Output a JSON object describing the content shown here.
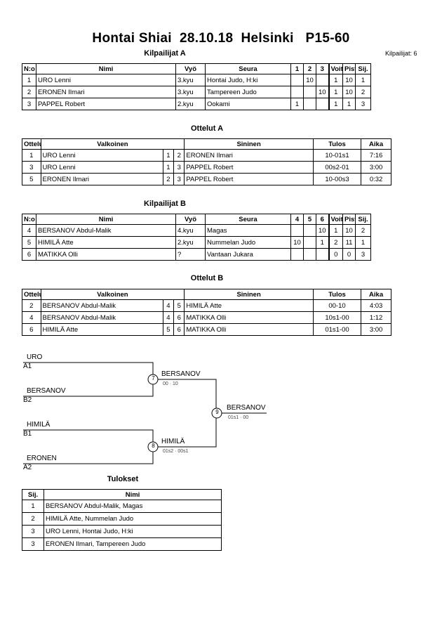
{
  "title": "Hontai Shiai  28.10.18  Helsinki   P15-60",
  "competitors_count": "Kilpailijat: 6",
  "pool_a": {
    "heading": "Kilpailijat A",
    "headers": [
      "N:o",
      "Nimi",
      "Vyö",
      "Seura",
      "1",
      "2",
      "3",
      "Voit.",
      "Pist.",
      "Sij."
    ],
    "rows": [
      {
        "no": "1",
        "name": "URO Lenni",
        "belt": "3.kyu",
        "club": "Hontai Judo, H:ki",
        "s1": "",
        "s2": "10",
        "s3": "",
        "wins": "1",
        "pts": "10",
        "rank": "1"
      },
      {
        "no": "2",
        "name": "ERONEN Ilmari",
        "belt": "3.kyu",
        "club": "Tampereen Judo",
        "s1": "",
        "s2": "",
        "s3": "10",
        "wins": "1",
        "pts": "10",
        "rank": "2"
      },
      {
        "no": "3",
        "name": "PAPPEL Robert",
        "belt": "2.kyu",
        "club": "Ookami",
        "s1": "1",
        "s2": "",
        "s3": "",
        "wins": "1",
        "pts": "1",
        "rank": "3"
      }
    ]
  },
  "matches_a": {
    "heading": "Ottelut A",
    "headers": [
      "Ottelu",
      "Valkoinen",
      "Sininen",
      "Tulos",
      "Aika"
    ],
    "rows": [
      {
        "no": "1",
        "white": "URO Lenni",
        "wn": "1",
        "bn": "2",
        "blue": "ERONEN Ilmari",
        "result": "10-01s1",
        "time": "7:16"
      },
      {
        "no": "3",
        "white": "URO Lenni",
        "wn": "1",
        "bn": "3",
        "blue": "PAPPEL Robert",
        "result": "00s2-01",
        "time": "3:00"
      },
      {
        "no": "5",
        "white": "ERONEN Ilmari",
        "wn": "2",
        "bn": "3",
        "blue": "PAPPEL Robert",
        "result": "10-00s3",
        "time": "0:32"
      }
    ]
  },
  "pool_b": {
    "heading": "Kilpailijat B",
    "headers": [
      "N:o",
      "Nimi",
      "Vyö",
      "Seura",
      "4",
      "5",
      "6",
      "Voit.",
      "Pist.",
      "Sij."
    ],
    "rows": [
      {
        "no": "4",
        "name": "BERSANOV Abdul-Malik",
        "belt": "4.kyu",
        "club": "Magas",
        "s1": "",
        "s2": "",
        "s3": "10",
        "wins": "1",
        "pts": "10",
        "rank": "2"
      },
      {
        "no": "5",
        "name": "HIMILÄ Atte",
        "belt": "2.kyu",
        "club": "Nummelan Judo",
        "s1": "10",
        "s2": "",
        "s3": "1",
        "wins": "2",
        "pts": "11",
        "rank": "1"
      },
      {
        "no": "6",
        "name": "MATIKKA Olli",
        "belt": "?",
        "club": "Vantaan Jukara",
        "s1": "",
        "s2": "",
        "s3": "",
        "wins": "0",
        "pts": "0",
        "rank": "3"
      }
    ]
  },
  "matches_b": {
    "heading": "Ottelut B",
    "headers": [
      "Ottelu",
      "Valkoinen",
      "Sininen",
      "Tulos",
      "Aika"
    ],
    "rows": [
      {
        "no": "2",
        "white": "BERSANOV Abdul-Malik",
        "wn": "4",
        "bn": "5",
        "blue": "HIMILÄ Atte",
        "result": "00-10",
        "time": "4:03"
      },
      {
        "no": "4",
        "white": "BERSANOV Abdul-Malik",
        "wn": "4",
        "bn": "6",
        "blue": "MATIKKA Olli",
        "result": "10s1-00",
        "time": "1:12"
      },
      {
        "no": "6",
        "white": "HIMILÄ Atte",
        "wn": "5",
        "bn": "6",
        "blue": "MATIKKA Olli",
        "result": "01s1-00",
        "time": "3:00"
      }
    ]
  },
  "bracket": {
    "e1_name": "URO",
    "e1_seed": "A1",
    "e2_name": "BERSANOV",
    "e2_seed": "B2",
    "e3_name": "HIMILÄ",
    "e3_seed": "B1",
    "e4_name": "ERONEN",
    "e4_seed": "A2",
    "m7_no": "7",
    "m7_winner": "BERSANOV",
    "m7_score": "00 · 10",
    "m8_no": "8",
    "m8_winner": "HIMILÄ",
    "m8_score": "01s2 · 00s1",
    "m9_no": "9",
    "m9_winner": "BERSANOV",
    "m9_score": "01s1 · 00"
  },
  "results": {
    "heading": "Tulokset",
    "headers": [
      "Sij.",
      "Nimi"
    ],
    "rows": [
      {
        "rank": "1",
        "name": "BERSANOV Abdul-Malik, Magas"
      },
      {
        "rank": "2",
        "name": "HIMILÄ Atte, Nummelan Judo"
      },
      {
        "rank": "3",
        "name": "URO Lenni, Hontai Judo, H:ki"
      },
      {
        "rank": "3",
        "name": "ERONEN Ilmari, Tampereen Judo"
      }
    ]
  }
}
